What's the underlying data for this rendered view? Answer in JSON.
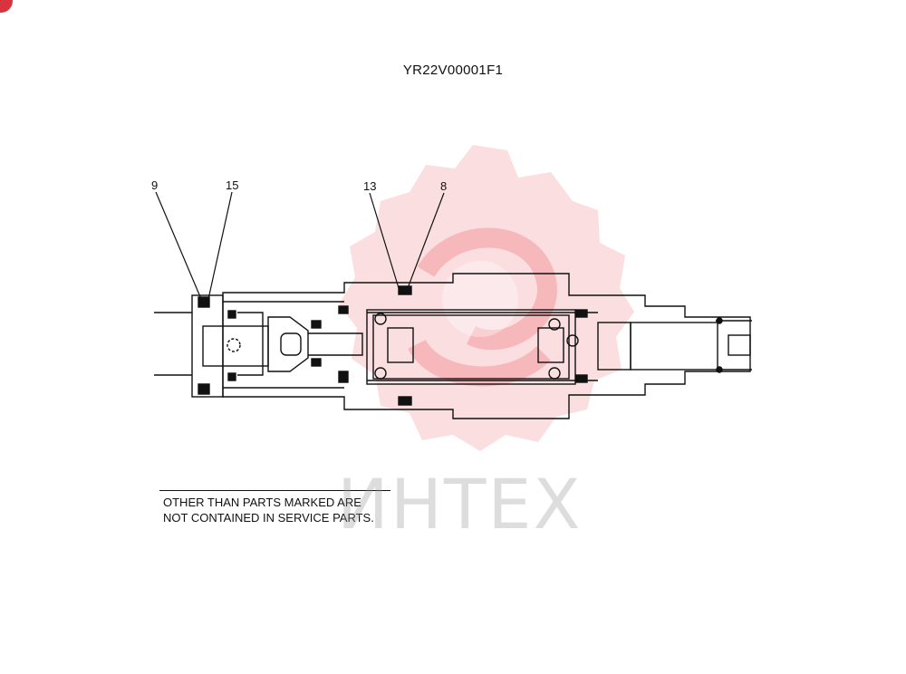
{
  "document_code": "YR22V00001F1",
  "callouts": {
    "c9": "9",
    "c15": "15",
    "c13": "13",
    "c8": "8"
  },
  "note": {
    "line1": "OTHER THAN PARTS MARKED ARE",
    "line2": "NOT CONTAINED IN SERVICE PARTS."
  },
  "watermark": {
    "text": "ИНТЕХ",
    "color": "#e8343c"
  },
  "colors": {
    "ink": "#111111",
    "badge": "#d93340"
  }
}
